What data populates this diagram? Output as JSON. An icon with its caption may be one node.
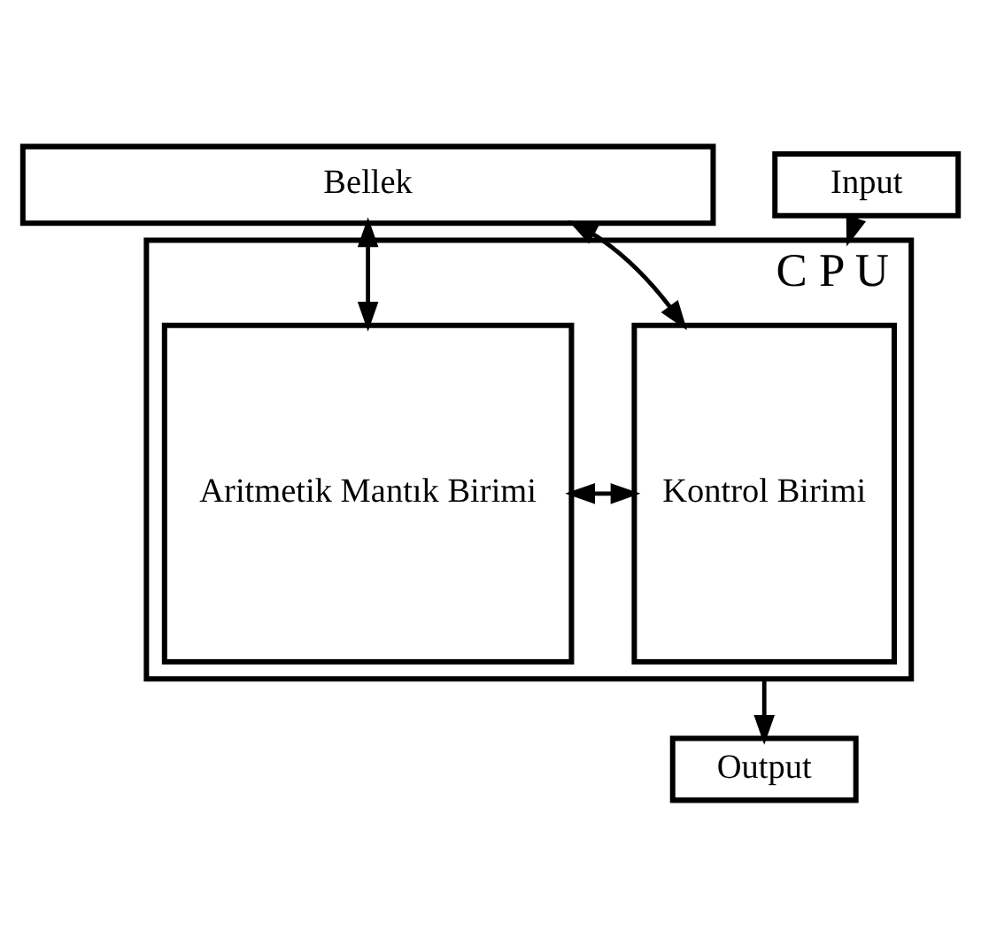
{
  "diagram": {
    "nodes": [
      {
        "text": [
          "Bellek"
        ]
      },
      {
        "text": [
          "C P U"
        ]
      },
      {
        "text": [
          "Kontrol Birimi"
        ],
        "in": 1
      },
      {
        "text": [
          "Aritmetik Mantık Birimi"
        ],
        "in": 1
      },
      {
        "text": [
          "Input"
        ]
      },
      {
        "text": [
          "Output"
        ]
      }
    ],
    "edges": [
      {
        "from": 0,
        "to": 2,
        "arrow": "both"
      },
      {
        "from": 0,
        "to": 3,
        "arrow": "both"
      },
      {
        "from": 2,
        "to": 3,
        "arrow": "both"
      },
      {
        "from": 4,
        "to": 1,
        "arrow": "to"
      },
      {
        "from": 1,
        "to": 5,
        "arrow": "to"
      }
    ]
  }
}
